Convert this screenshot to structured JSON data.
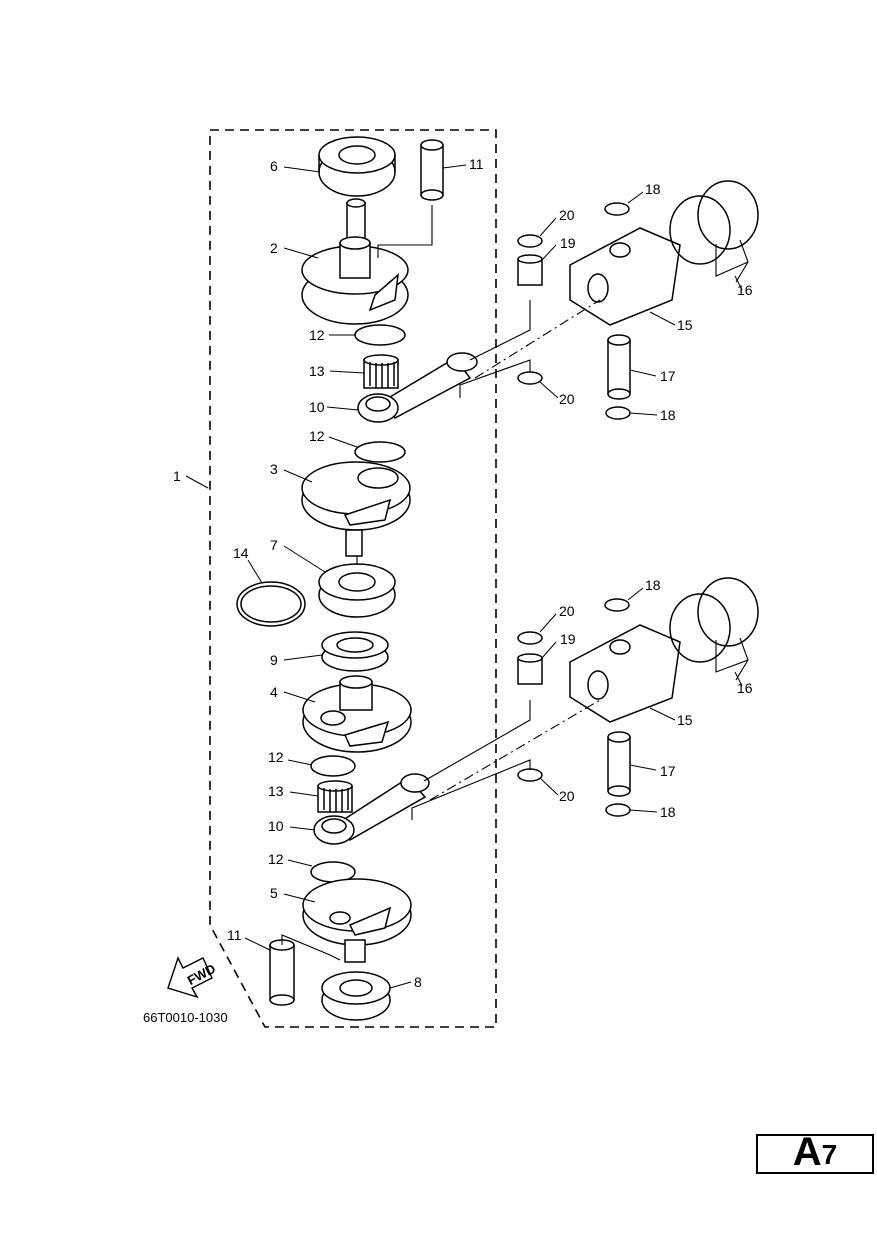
{
  "diagram": {
    "drawing_code": "66T0010-1030",
    "fwd_label": "FWD",
    "page_badge": {
      "letter": "A",
      "number": "7"
    },
    "callouts": {
      "c1": "1",
      "c2": "2",
      "c3": "3",
      "c4": "4",
      "c5": "5",
      "c6": "6",
      "c7": "7",
      "c8": "8",
      "c9": "9",
      "c10a": "10",
      "c10b": "10",
      "c11a": "11",
      "c11b": "11",
      "c12a": "12",
      "c12b": "12",
      "c12c": "12",
      "c12d": "12",
      "c13a": "13",
      "c13b": "13",
      "c14": "14",
      "c15a": "15",
      "c15b": "15",
      "c16a": "16",
      "c16b": "16",
      "c17a": "17",
      "c17b": "17",
      "c18a": "18",
      "c18b": "18",
      "c18c": "18",
      "c18d": "18",
      "c19a": "19",
      "c19b": "19",
      "c20a": "20",
      "c20b": "20",
      "c20c": "20",
      "c20d": "20"
    }
  }
}
